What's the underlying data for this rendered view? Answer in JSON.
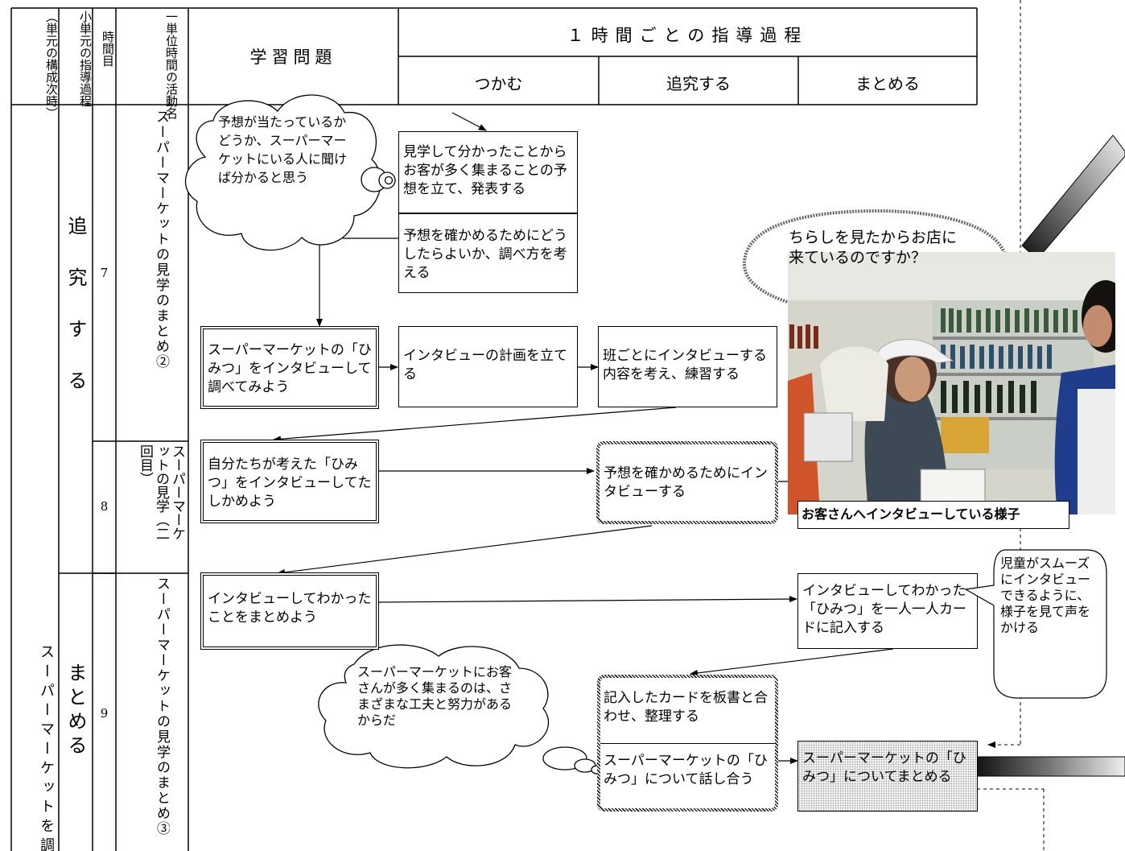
{
  "header": {
    "col_unit_structure": "（単元の構成次時）",
    "col_subunit_process": "小単元の指導過程",
    "col_period": "時間目",
    "col_activity": "一単位時間の活動名",
    "col_problem": "学習問題",
    "col_process_title": "１時間ごとの指導過程",
    "col_grasp": "つかむ",
    "col_investigate": "追究する",
    "col_summarize": "まとめる"
  },
  "left": {
    "unit_name": "スーパーマーケットを調べ",
    "phase_investigate": "追究する",
    "phase_summarize": "まとめる",
    "period_7": "7",
    "period_8": "8",
    "period_9": "9",
    "activity_7": "スーパーマーケットの見学のまとめ②",
    "activity_8": "スーパーマーケットの見学（二回目）",
    "activity_9": "スーパーマーケットの見学のまとめ③"
  },
  "thoughts": {
    "cloud_1": "予想が当たっているかどうか、スーパーマーケットにいる人に聞けば分かると思う",
    "cloud_2": "スーパーマーケットにお客さんが多く集まるのは、さまざまな工夫と努力があるからだ"
  },
  "flow": {
    "grasp_1": "見学して分かったことからお客が多く集まることの予想を立て、発表する",
    "grasp_2": "予想を確かめるためにどうしたらよいか、調べ方を考える",
    "problem_7": "スーパーマーケットの「ひみつ」をインタビューして調べてみよう",
    "grasp_3": "インタビューの計画を立てる",
    "investigate_1": "班ごとにインタビューする内容を考え、練習する",
    "problem_8": "自分たちが考えた「ひみつ」をインタビューしてたしかめよう",
    "investigate_2": "予想を確かめるためにインタビューする",
    "problem_9": "インタビューしてわかったことをまとめよう",
    "summarize_1": "インタビューしてわかった「ひみつ」を一人一人カードに記入する",
    "investigate_3": "記入したカードを板書と合わせ、整理する",
    "investigate_4": "スーパーマーケットの「ひみつ」について話し合う",
    "summarize_2": "スーパーマーケットの「ひみつ」についてまとめる"
  },
  "photo": {
    "speech": "ちらしを見たからお店に来ているのですか？",
    "caption": "お客さんへインタビューしている様子"
  },
  "note": {
    "text": "児童がスムーズにインタビューできるように、様子を見て声をかける"
  }
}
